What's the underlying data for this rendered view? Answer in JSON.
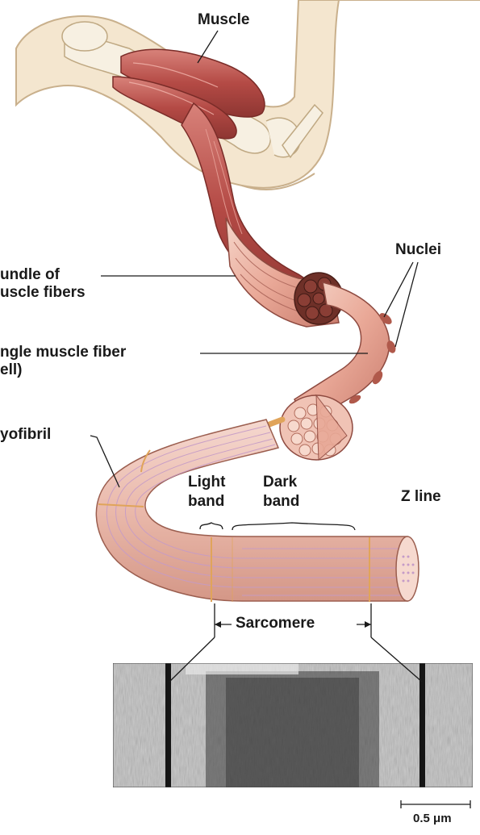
{
  "labels": {
    "muscle": "Muscle",
    "nuclei": "Nuclei",
    "bundle": "undle of\nuscle fibers",
    "single_fiber": "ngle muscle fiber\nell)",
    "myofibril": "yofibril",
    "light_band": "Light\nband",
    "dark_band": "Dark\nband",
    "z_line": "Z line",
    "sarcomere": "Sarcomere",
    "scale_bar": "0.5 μm"
  },
  "colors": {
    "muscle_red": "#b44a45",
    "muscle_light": "#d98a7f",
    "fiber_pink": "#e8a896",
    "fiber_light": "#f3cfc2",
    "myofibril_pink": "#eec2b6",
    "band_orange": "#e0a45a",
    "skin": "#f4e6cf",
    "line": "#1a1a1a",
    "micrograph_dark": "#2b2b2b",
    "micrograph_light": "#c8c8c8"
  }
}
